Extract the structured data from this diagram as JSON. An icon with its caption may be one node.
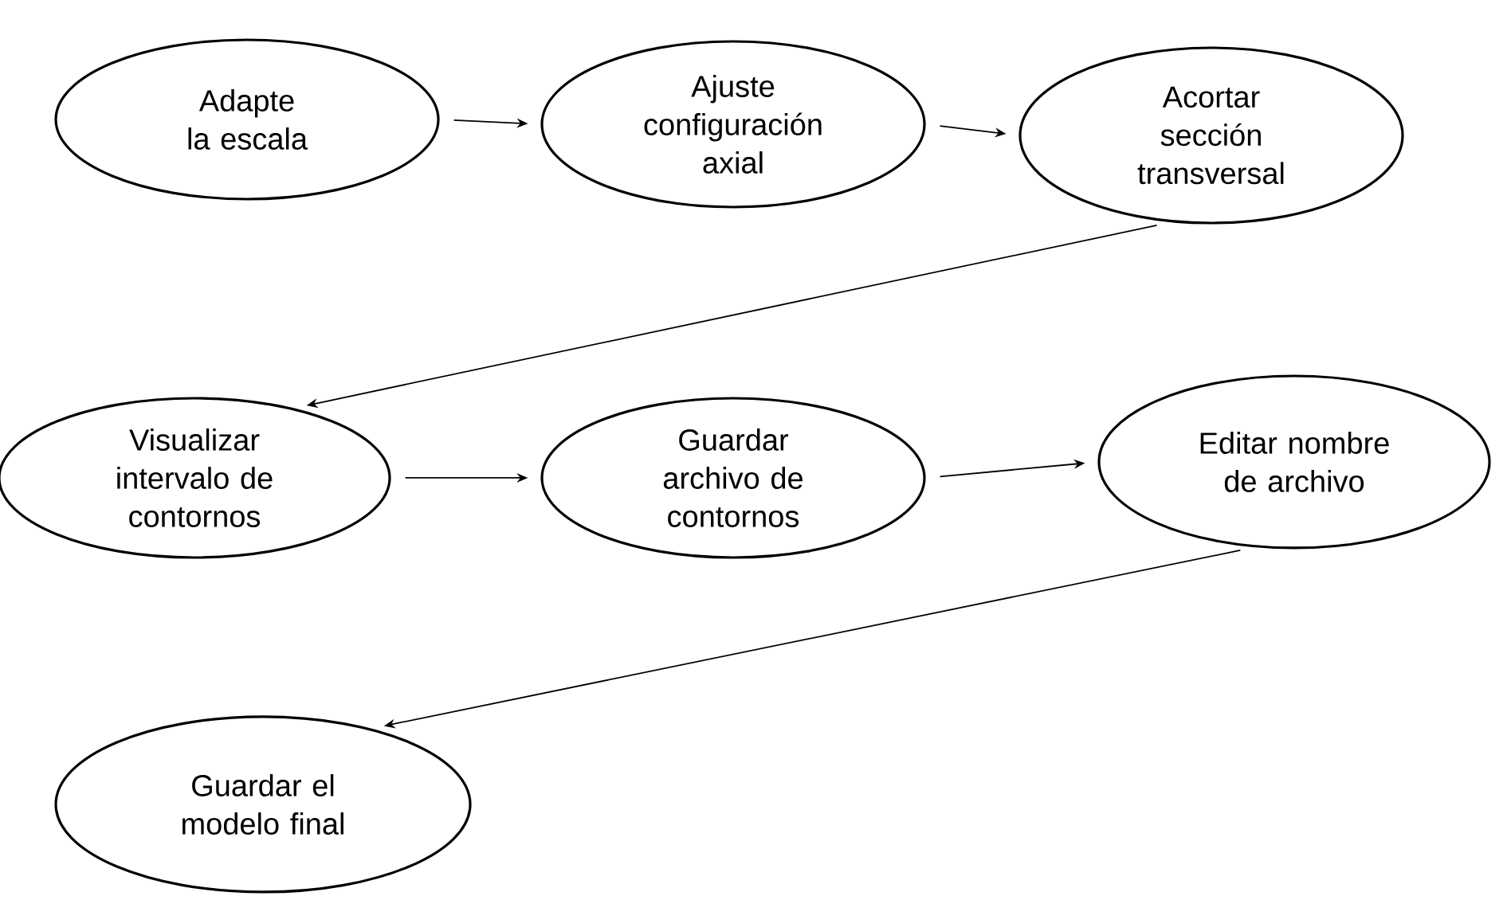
{
  "diagram": {
    "nodes": [
      {
        "text": [
          "Adapte la escala"
        ]
      },
      {
        "text": [
          "Ajuste configuración axial"
        ]
      },
      {
        "text": [
          "Acortar sección transversal"
        ]
      },
      {
        "text": [
          "Visualizar intervalo de contornos"
        ]
      },
      {
        "text": [
          "Guardar archivo de contornos"
        ]
      },
      {
        "text": [
          "Editar nombre de archivo"
        ]
      },
      {
        "text": [
          "Guardar el modelo final"
        ]
      }
    ],
    "edges": [
      {
        "from": 0,
        "to": 1,
        "arrow": "to"
      },
      {
        "from": 1,
        "to": 2,
        "arrow": "to"
      },
      {
        "from": 2,
        "to": 3,
        "arrow": "to"
      },
      {
        "from": 3,
        "to": 4,
        "arrow": "to"
      },
      {
        "from": 4,
        "to": 5,
        "arrow": "to"
      },
      {
        "from": 5,
        "to": 6,
        "arrow": "to"
      }
    ]
  }
}
